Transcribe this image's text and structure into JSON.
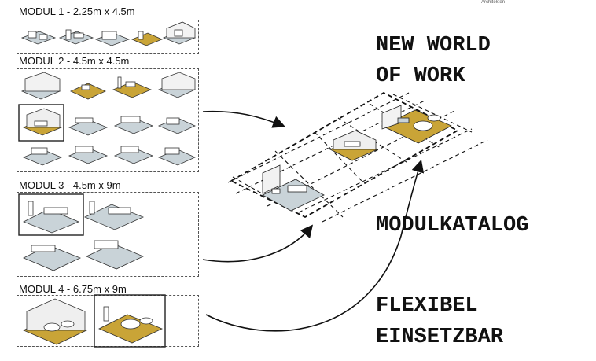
{
  "logo_text": "Architekten",
  "modules": [
    {
      "title": "MODUL 1 - 2.25m x 4.5m"
    },
    {
      "title": "MODUL 2 - 4.5m x 4.5m"
    },
    {
      "title": "MODUL 3 - 4.5m x 9m"
    },
    {
      "title": "MODUL 4 - 6.75m x 9m"
    }
  ],
  "headlines": {
    "line1": "NEW WORLD",
    "line2": "OF WORK",
    "line3": "MODULKATALOG",
    "line4": "FLEXIBEL",
    "line5": "EINSETZBAR"
  },
  "colors": {
    "floor_grey": "#c9d3d8",
    "floor_wood": "#c9a437",
    "line": "#222222"
  }
}
